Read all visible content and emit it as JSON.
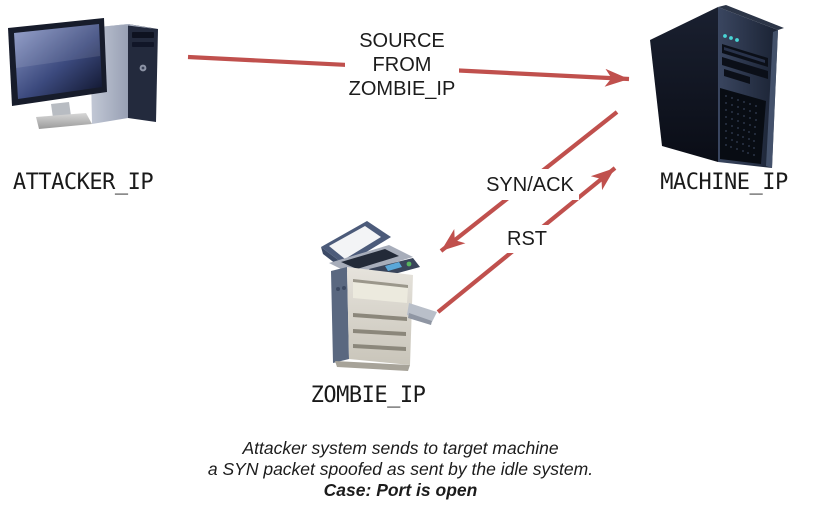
{
  "colors": {
    "background": "#ffffff",
    "arrow": "#c0504d",
    "label_text": "#1a1a1a"
  },
  "nodes": {
    "attacker": {
      "label": "ATTACKER_IP",
      "icon": "desktop-computer-icon"
    },
    "machine": {
      "label": "MACHINE_IP",
      "icon": "server-tower-icon"
    },
    "zombie": {
      "label": "ZOMBIE_IP",
      "icon": "copier-printer-icon"
    }
  },
  "edges": {
    "spoofed_syn": {
      "from": "attacker",
      "to": "machine",
      "lines": [
        "SOURCE",
        "FROM",
        "ZOMBIE_IP"
      ]
    },
    "syn_ack": {
      "from": "machine",
      "to": "zombie",
      "label": "SYN/ACK"
    },
    "rst": {
      "from": "zombie",
      "to": "machine",
      "label": "RST"
    }
  },
  "caption": {
    "line1": "Attacker system sends to target machine",
    "line2": "a SYN packet spoofed as sent by the idle system.",
    "line3": "Case: Port is open"
  }
}
